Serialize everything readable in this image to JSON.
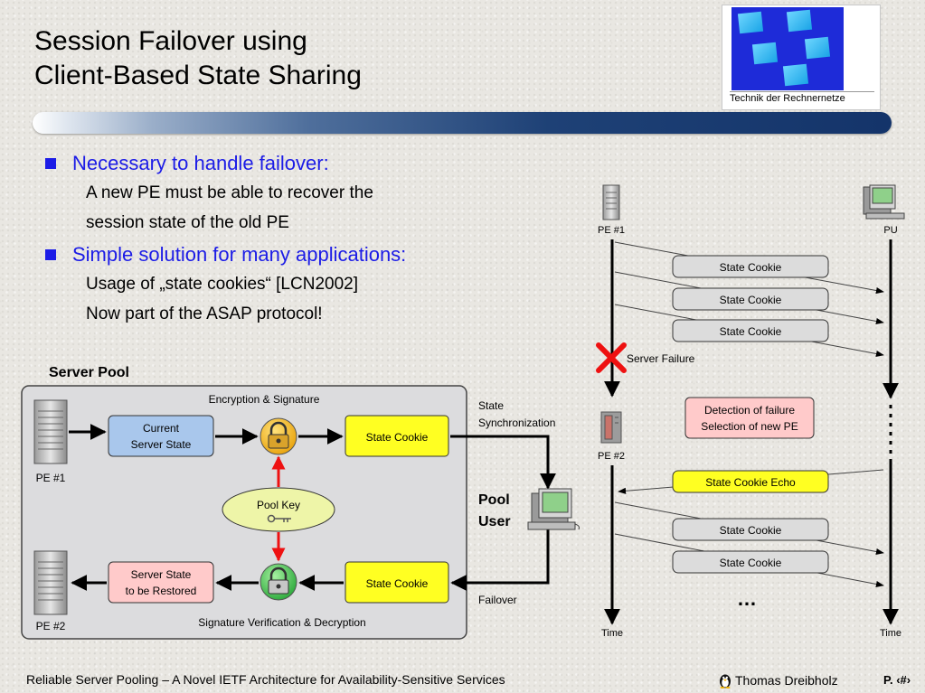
{
  "slide": {
    "title_line1": "Session Failover using",
    "title_line2": "Client-Based State Sharing",
    "bullets": [
      {
        "text": "Necessary to handle failover:",
        "sub": [
          "A new PE must be able to recover the",
          "session state of the old PE"
        ]
      },
      {
        "text": "Simple solution for many applications:",
        "sub": [
          "Usage of „state cookies“ [LCN2002]",
          "Now part of the ASAP protocol!"
        ]
      }
    ],
    "logo_caption": "Technik der Rechnernetze",
    "footer_title": "Reliable Server Pooling – A Novel IETF Architecture for Availability-Sensitive Services",
    "footer_author": "Thomas Dreibholz",
    "footer_page": "P. ‹#›"
  },
  "server_pool": {
    "title": "Server Pool",
    "encryption_label": "Encryption & Signature",
    "decryption_label": "Signature Verification & Decryption",
    "pe1": "PE #1",
    "pe2": "PE #2",
    "current_state_line1": "Current",
    "current_state_line2": "Server State",
    "restore_line1": "Server State",
    "restore_line2": "to be Restored",
    "state_cookie": "State Cookie",
    "pool_key": "Pool Key",
    "sync_line1": "State",
    "sync_line2": "Synchronization",
    "failover": "Failover",
    "pool_user_line1": "Pool",
    "pool_user_line2": "User"
  },
  "sequence": {
    "pe1": "PE #1",
    "pu": "PU",
    "pe2": "PE #2",
    "server_failure": "Server Failure",
    "detection_line1": "Detection of failure",
    "detection_line2": "Selection of new PE",
    "cookie": "State Cookie",
    "cookie_echo": "State Cookie Echo",
    "ellipsis": "…",
    "time_left": "Time",
    "time_right": "Time"
  },
  "colors": {
    "bullet_blue": "#1c1ce6",
    "blue_box": "#a9c7ec",
    "yellow_box": "#ffff22",
    "pink_box": "#ffcaca",
    "key_ellipse": "#eef5a8",
    "red_arrow": "#ee1111",
    "failure_x": "#ee1111"
  }
}
